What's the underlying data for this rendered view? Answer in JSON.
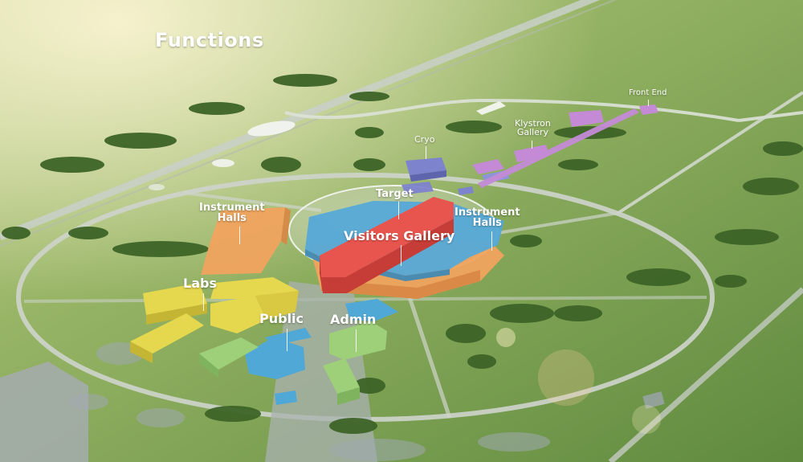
{
  "title": "Functions",
  "labels": {
    "instrument_halls_left": "Instrument\nHalls",
    "target": "Target",
    "visitors_gallery": "Visitors Gallery",
    "instrument_halls_right": "Instrument\nHalls",
    "cryo": "Cryo",
    "klystron_gallery": "Klystron\nGallery",
    "front_end": "Front End",
    "labs": "Labs",
    "public": "Public",
    "admin": "Admin"
  },
  "colors": {
    "labs": "#e6d84e",
    "public": "#4fa8d6",
    "admin": "#9ed07a",
    "instrument_halls": "#f0a35e",
    "target": "#e8554e",
    "cryo": "#7d83cc",
    "klystron": "#c48ad6",
    "grass": "#7fa052",
    "road": "#c7cdc7"
  }
}
